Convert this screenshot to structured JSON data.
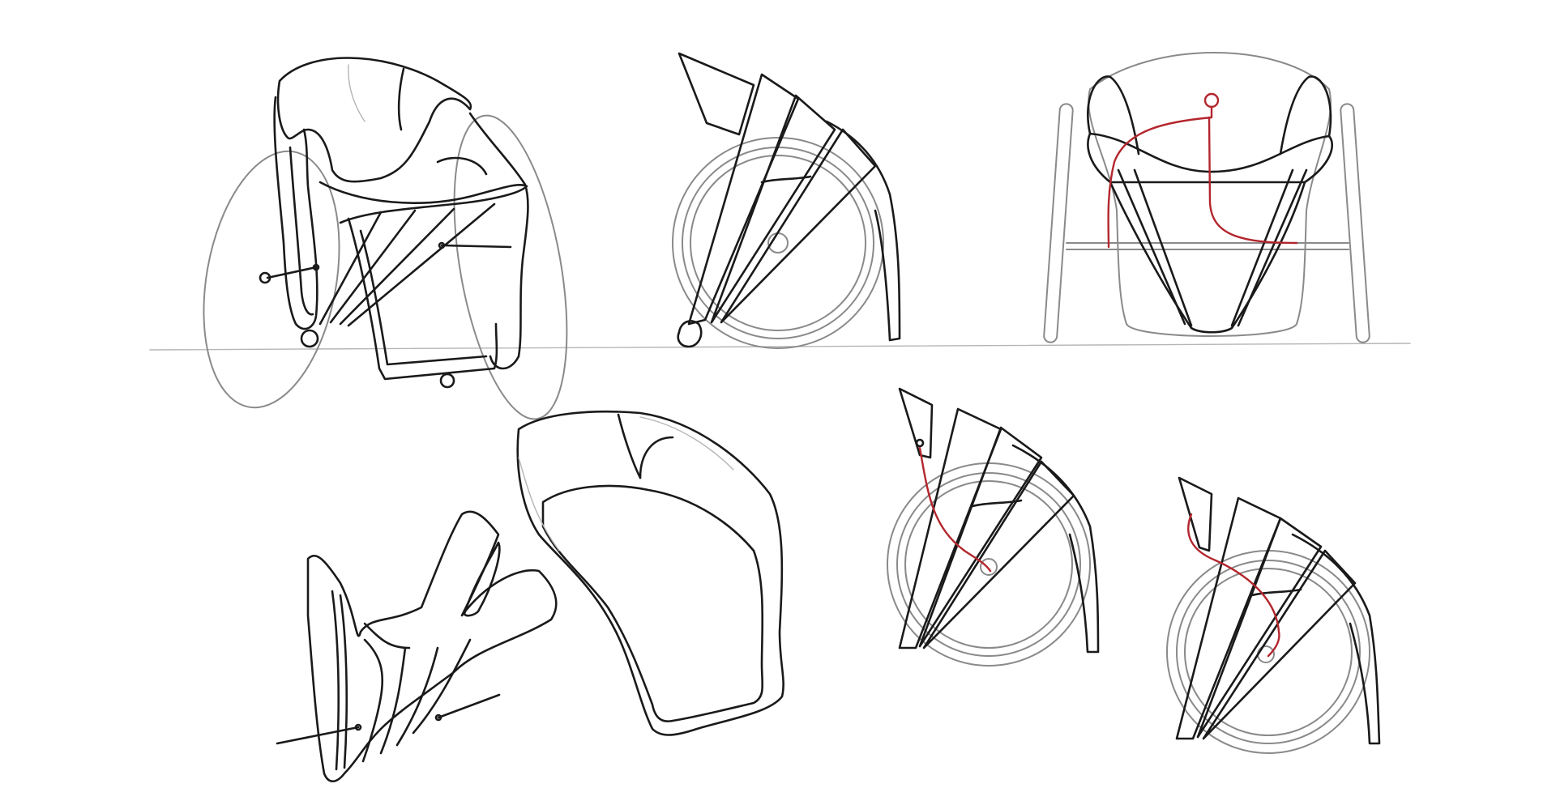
{
  "colors": {
    "ink": "#1a1a1a",
    "wheel": "#8a8a8a",
    "guide": "#b5b5b5",
    "accent": "#b3262d",
    "background": "#ffffff"
  },
  "sketches": [
    {
      "id": "wheelchair-three-quarter",
      "view": "perspective"
    },
    {
      "id": "wheelchair-side-profile",
      "view": "side"
    },
    {
      "id": "wheelchair-front",
      "view": "front"
    },
    {
      "id": "frame-exploded",
      "view": "component"
    },
    {
      "id": "seat-shell-exploded",
      "view": "component"
    },
    {
      "id": "side-profile-variant-a",
      "view": "side"
    },
    {
      "id": "side-profile-variant-b",
      "view": "side"
    }
  ]
}
